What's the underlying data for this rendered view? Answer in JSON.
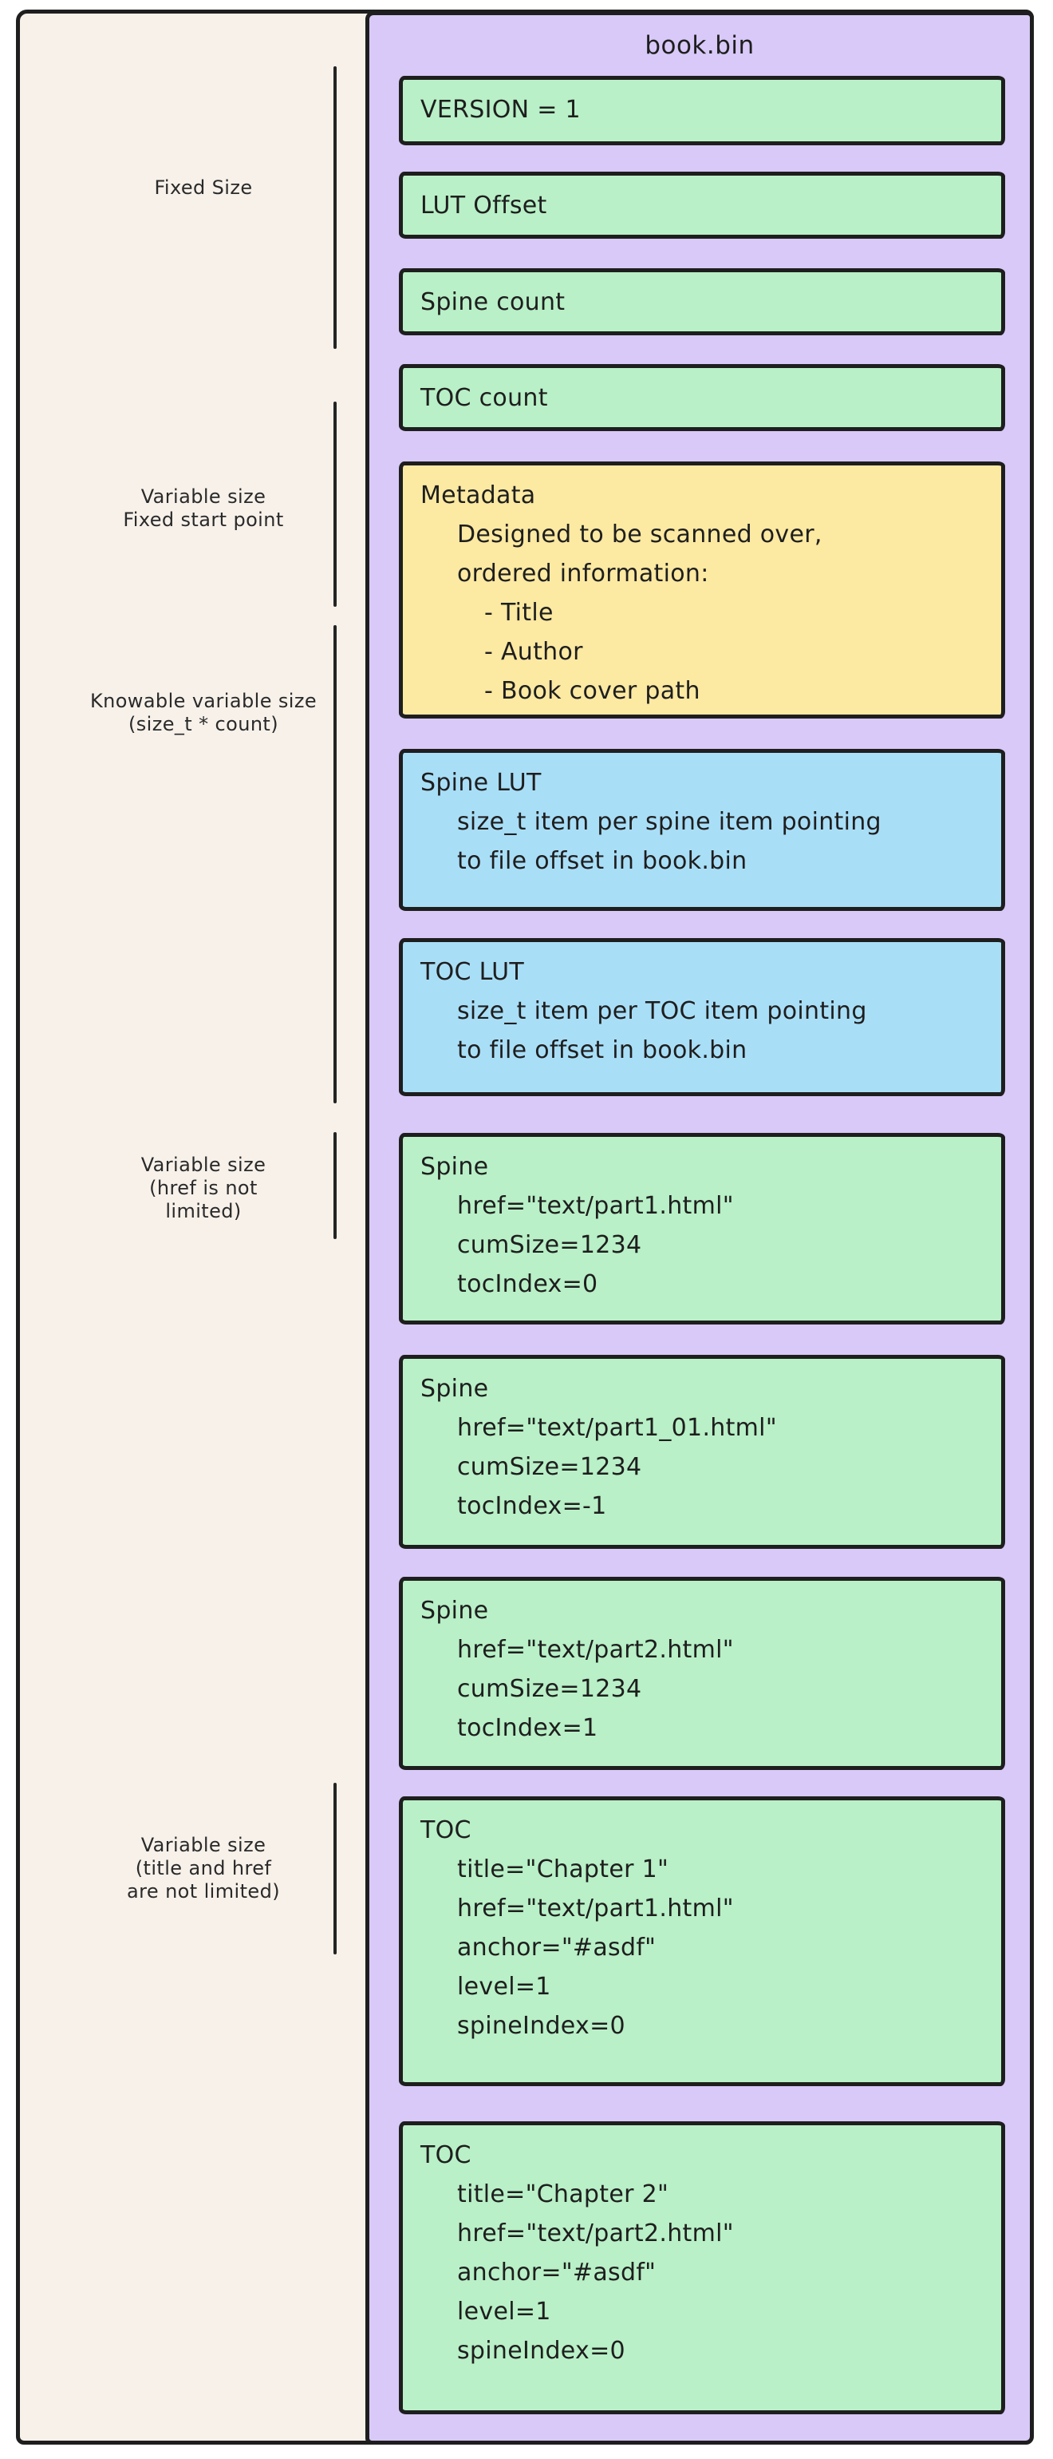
{
  "title": "book.bin",
  "colors": {
    "background": "#f7f1ea",
    "panel_purple": "#d8c9f8",
    "box_green": "#b9f0c7",
    "box_yellow": "#fce9a2",
    "box_blue": "#a9def7",
    "stroke": "#1e1e1e"
  },
  "side_labels": [
    {
      "lines": [
        "Fixed Size"
      ]
    },
    {
      "lines": [
        "Variable size",
        "Fixed start point"
      ]
    },
    {
      "lines": [
        "Knowable variable size",
        "(size_t * count)"
      ]
    },
    {
      "lines": [
        "Variable size",
        "(href is not",
        "limited)"
      ]
    },
    {
      "lines": [
        "Variable size",
        "(title and href",
        "are not limited)"
      ]
    }
  ],
  "boxes": [
    {
      "name": "version",
      "color": "green",
      "lines": [
        "VERSION = 1"
      ]
    },
    {
      "name": "lut-offset",
      "color": "green",
      "lines": [
        "LUT Offset"
      ]
    },
    {
      "name": "spine-count",
      "color": "green",
      "lines": [
        "Spine count"
      ]
    },
    {
      "name": "toc-count",
      "color": "green",
      "lines": [
        "TOC count"
      ]
    },
    {
      "name": "metadata",
      "color": "yellow",
      "lines": [
        "Metadata",
        "Designed to be scanned over,",
        "ordered information:",
        "- Title",
        "- Author",
        "- Book cover path"
      ]
    },
    {
      "name": "spine-lut",
      "color": "blue",
      "lines": [
        "Spine LUT",
        "size_t item per spine item pointing",
        "to file offset in book.bin"
      ]
    },
    {
      "name": "toc-lut",
      "color": "blue",
      "lines": [
        "TOC LUT",
        "size_t item per TOC item pointing",
        "to file offset in book.bin"
      ]
    },
    {
      "name": "spine-1",
      "color": "green",
      "lines": [
        "Spine",
        "href=\"text/part1.html\"",
        "cumSize=1234",
        "tocIndex=0"
      ]
    },
    {
      "name": "spine-2",
      "color": "green",
      "lines": [
        "Spine",
        "href=\"text/part1_01.html\"",
        "cumSize=1234",
        "tocIndex=-1"
      ]
    },
    {
      "name": "spine-3",
      "color": "green",
      "lines": [
        "Spine",
        "href=\"text/part2.html\"",
        "cumSize=1234",
        "tocIndex=1"
      ]
    },
    {
      "name": "toc-1",
      "color": "green",
      "lines": [
        "TOC",
        "title=\"Chapter 1\"",
        "href=\"text/part1.html\"",
        "anchor=\"#asdf\"",
        "level=1",
        "spineIndex=0"
      ]
    },
    {
      "name": "toc-2",
      "color": "green",
      "lines": [
        "TOC",
        "title=\"Chapter 2\"",
        "href=\"text/part2.html\"",
        "anchor=\"#asdf\"",
        "level=1",
        "spineIndex=0"
      ]
    }
  ]
}
